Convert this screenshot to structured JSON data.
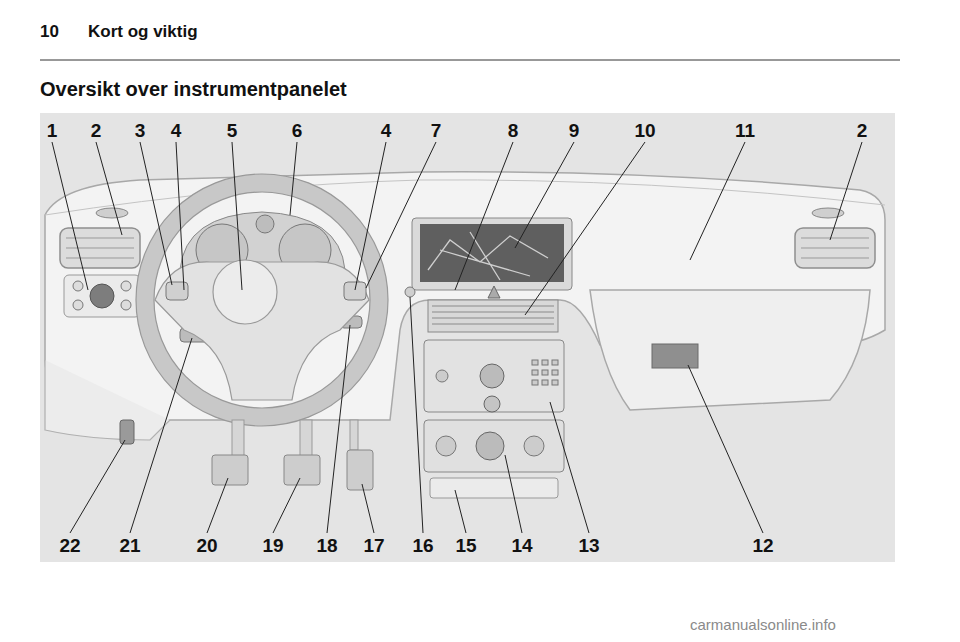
{
  "diagram": {
    "title": "Oversikt over instrumentpanelet",
    "labels": [
      "10",
      "Kort og viktig",
      "1",
      "2",
      "3",
      "4",
      "5",
      "6",
      "4",
      "7",
      "8",
      "9",
      "10",
      "11",
      "2",
      "22",
      "21",
      "20",
      "19",
      "18",
      "17",
      "16",
      "15",
      "14",
      "13",
      "12",
      "carmanualsonline.info"
    ]
  }
}
